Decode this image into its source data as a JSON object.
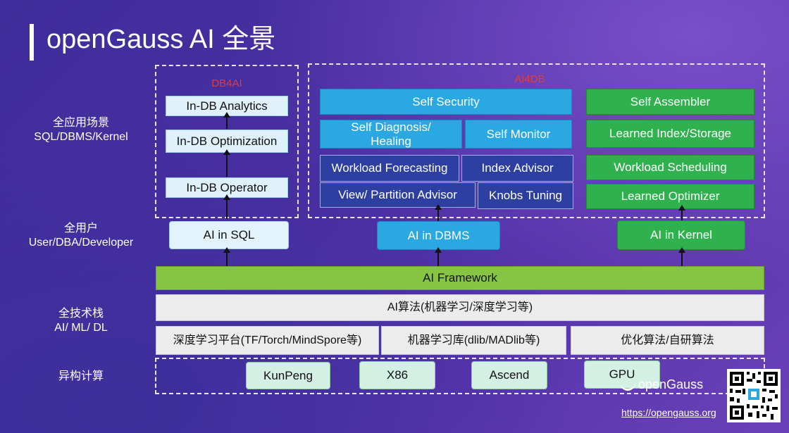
{
  "title": "openGauss AI 全景",
  "side_labels": {
    "scenes_zh": "全应用场景",
    "scenes_en": "SQL/DBMS/Kernel",
    "users_zh": "全用户",
    "users_en": "User/DBA/Developer",
    "stack_zh": "全技术栈",
    "stack_en": "AI/ ML/ DL",
    "hetero": "异构计算"
  },
  "db4ai": {
    "label": "DB4AI",
    "items": [
      "In-DB Analytics",
      "In-DB Optimization",
      "In-DB Operator"
    ],
    "entry": "AI in SQL"
  },
  "ai4db": {
    "label": "AI4DB",
    "dbms": {
      "security": "Self Security",
      "diagnosis": "Self Diagnosis/ Healing",
      "monitor": "Self Monitor",
      "forecasting": "Workload Forecasting",
      "index": "Index Advisor",
      "partition": "View/ Partition Advisor",
      "knobs": "Knobs Tuning",
      "entry": "AI in DBMS"
    },
    "kernel": {
      "assembler": "Self Assembler",
      "learned_index": "Learned Index/Storage",
      "scheduling": "Workload Scheduling",
      "optimizer": "Learned Optimizer",
      "entry": "AI in Kernel"
    }
  },
  "framework": "AI Framework",
  "algorithms": "AI算法(机器学习/深度学习等)",
  "platforms": [
    "深度学习平台(TF/Torch/MindSpore等)",
    "机器学习库(dlib/MADlib等)",
    "优化算法/自研算法"
  ],
  "hardware": [
    "KunPeng",
    "X86",
    "Ascend",
    "GPU"
  ],
  "brand": "openGauss",
  "url": "https://opengauss.org",
  "colors": {
    "light_blue": "#dff1fb",
    "blue": "#2aa8e2",
    "navy": "#2d3fa0",
    "green": "#2fb24e",
    "lime": "#86c544",
    "grey": "#ececec",
    "mint": "#d4efe4",
    "region_label": "#e23b3b"
  }
}
